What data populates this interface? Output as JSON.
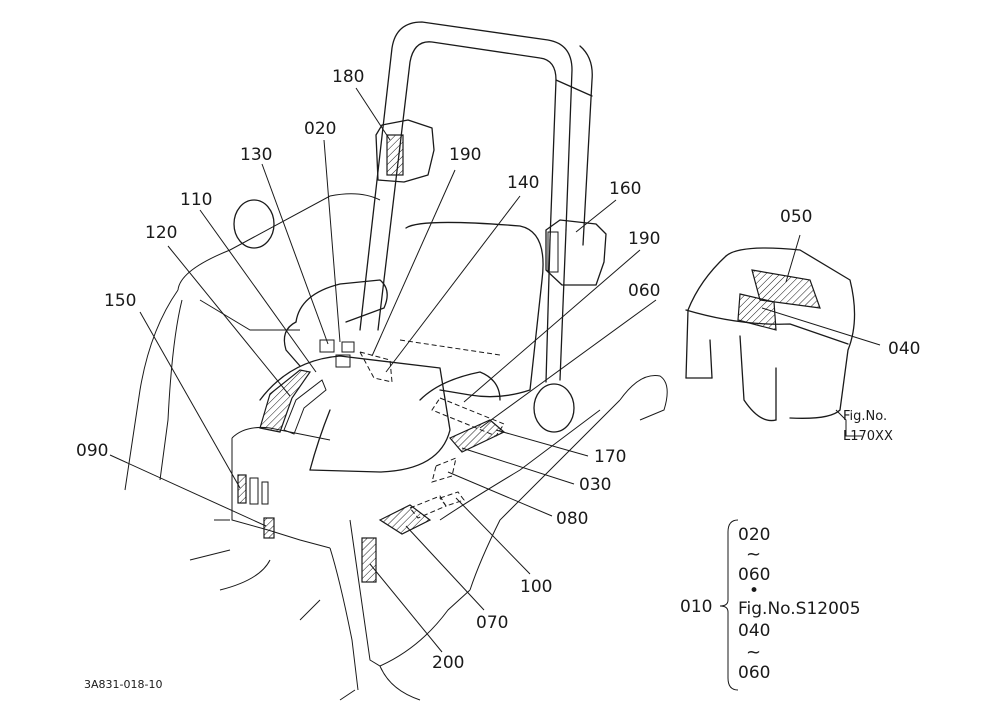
{
  "callouts": {
    "c180": "180",
    "c020": "020",
    "c130": "130",
    "c190a": "190",
    "c140": "140",
    "c160": "160",
    "c110": "110",
    "c120": "120",
    "c190b": "190",
    "c060": "060",
    "c150": "150",
    "c050": "050",
    "c040": "040",
    "c090": "090",
    "c170": "170",
    "c030": "030",
    "c080": "080",
    "c100": "100",
    "c070": "070",
    "c200": "200"
  },
  "inset": {
    "fig_label": "Fig.No.",
    "fig_number": "L170XX"
  },
  "legend": {
    "group_label": "010",
    "top_from": "020",
    "top_to": "060",
    "reference": "Fig.No.S12005",
    "bottom_from": "040",
    "bottom_to": "060",
    "tilde": "~",
    "dot": "•"
  },
  "drawing_code": "3A831-018-10"
}
